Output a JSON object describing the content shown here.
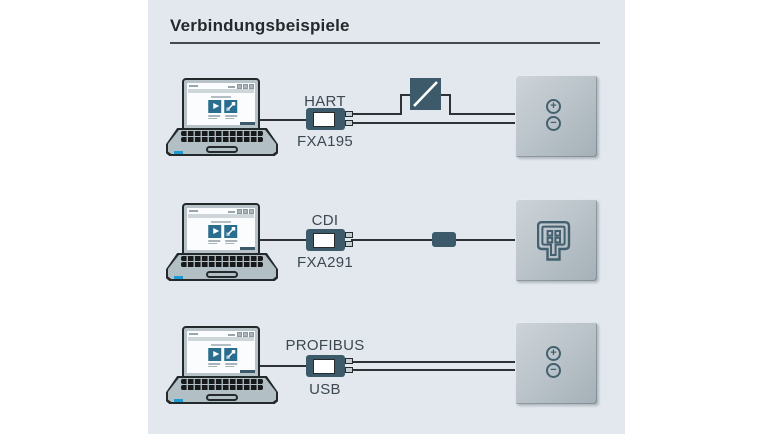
{
  "title": "Verbindungsbeispiele",
  "symbols": {
    "plus": "+",
    "minus": "−"
  },
  "rows": [
    {
      "name": "hart",
      "label_top": "HART",
      "label_bottom": "FXA195",
      "wire_type": "two-wire",
      "via": "isolating-barrier",
      "device_symbol": "plus-minus-terminals"
    },
    {
      "name": "cdi",
      "label_top": "CDI",
      "label_bottom": "FXA291",
      "wire_type": "single-wire",
      "via": "inline-connector",
      "device_symbol": "cdi-service-socket"
    },
    {
      "name": "profibus",
      "label_top": "PROFIBUS",
      "label_bottom": "USB",
      "wire_type": "two-wire",
      "via": "none",
      "device_symbol": "plus-minus-terminals"
    }
  ],
  "colors": {
    "panel_bg": "#e2e8ee",
    "accent_teal": "#3c5a6a",
    "tile_blue": "#2b6d8e",
    "brand_cyan": "#1d9ad3",
    "terminal_symbol": "#44606e"
  }
}
